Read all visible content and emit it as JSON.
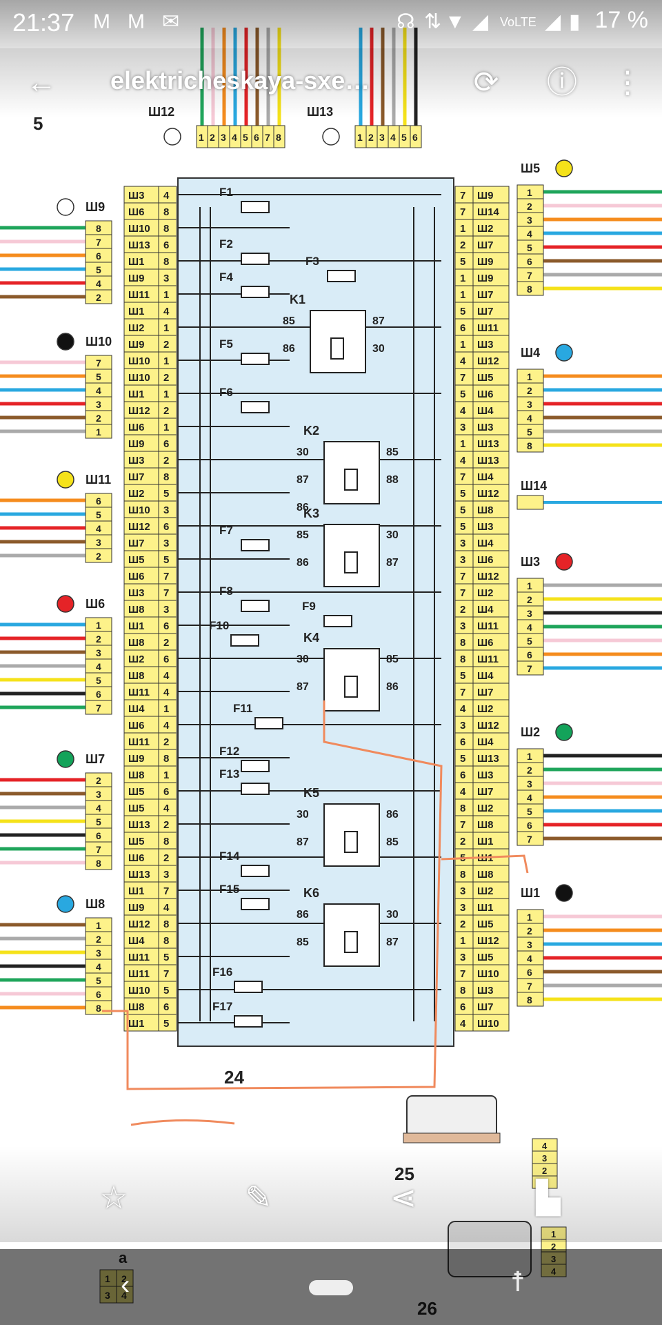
{
  "status_bar": {
    "time": "21:37",
    "battery": "17 %",
    "icons": [
      "gmail-icon",
      "gmail-icon",
      "email-icon",
      "headset-icon",
      "data-arrows-icon",
      "wifi-icon",
      "signal-icon",
      "volte-icon",
      "signal-icon",
      "battery-icon"
    ]
  },
  "app_bar": {
    "title": "elektricheskaya-sxe…",
    "back_icon": "back-arrow-icon",
    "rotate_icon": "rotate-icon",
    "info_icon": "info-icon",
    "menu_icon": "more-vert-icon"
  },
  "bottom_bar": {
    "icons": [
      "star-icon",
      "edit-pencil-icon",
      "share-icon",
      "trash-icon"
    ]
  },
  "diagram": {
    "block_number": "24",
    "component_25": "25",
    "component_26": "26",
    "component_5": "5",
    "label_a": "a",
    "connectors_top": [
      {
        "name": "Ш12",
        "pins": [
          "1",
          "2",
          "3",
          "4",
          "5",
          "6",
          "7",
          "8"
        ]
      },
      {
        "name": "Ш13",
        "pins": [
          "1",
          "2",
          "3",
          "4",
          "5",
          "6"
        ]
      }
    ],
    "connectors_left": [
      {
        "name": "Ш9",
        "pins": [
          "8",
          "7",
          "6",
          "5",
          "4",
          "2"
        ]
      },
      {
        "name": "Ш10",
        "pins": [
          "7",
          "5",
          "4",
          "3",
          "2",
          "1"
        ]
      },
      {
        "name": "Ш11",
        "pins": [
          "6",
          "5",
          "4",
          "3",
          "2"
        ]
      },
      {
        "name": "Ш6",
        "pins": [
          "1",
          "2",
          "3",
          "4",
          "5",
          "6",
          "7"
        ]
      },
      {
        "name": "Ш7",
        "pins": [
          "2",
          "3",
          "4",
          "5",
          "6",
          "7",
          "8"
        ]
      },
      {
        "name": "Ш8",
        "pins": [
          "1",
          "2",
          "3",
          "4",
          "5",
          "6",
          "8"
        ]
      }
    ],
    "connectors_right": [
      {
        "name": "Ш5",
        "pins": [
          "1",
          "2",
          "3",
          "4",
          "5",
          "6",
          "7",
          "8"
        ]
      },
      {
        "name": "Ш4",
        "pins": [
          "1",
          "2",
          "3",
          "4",
          "5",
          "8"
        ]
      },
      {
        "name": "Ш14",
        "pins": []
      },
      {
        "name": "Ш3",
        "pins": [
          "1",
          "2",
          "3",
          "4",
          "5",
          "6",
          "7"
        ]
      },
      {
        "name": "Ш2",
        "pins": [
          "1",
          "2",
          "3",
          "4",
          "5",
          "6",
          "7"
        ]
      },
      {
        "name": "Ш1",
        "pins": [
          "1",
          "2",
          "3",
          "4",
          "6",
          "7",
          "8"
        ]
      }
    ],
    "block_left_column": [
      [
        "Ш3",
        "4"
      ],
      [
        "Ш6",
        "8"
      ],
      [
        "Ш10",
        "8"
      ],
      [
        "Ш13",
        "6"
      ],
      [
        "Ш1",
        "8"
      ],
      [
        "Ш9",
        "3"
      ],
      [
        "Ш11",
        "1"
      ],
      [
        "Ш1",
        "4"
      ],
      [
        "Ш2",
        "1"
      ],
      [
        "Ш9",
        "2"
      ],
      [
        "Ш10",
        "1"
      ],
      [
        "Ш10",
        "2"
      ],
      [
        "Ш1",
        "1"
      ],
      [
        "Ш12",
        "2"
      ],
      [
        "Ш6",
        "1"
      ],
      [
        "Ш9",
        "6"
      ],
      [
        "Ш3",
        "2"
      ],
      [
        "Ш7",
        "8"
      ],
      [
        "Ш2",
        "5"
      ],
      [
        "Ш10",
        "3"
      ],
      [
        "Ш12",
        "6"
      ],
      [
        "Ш7",
        "3"
      ],
      [
        "Ш5",
        "5"
      ],
      [
        "Ш6",
        "7"
      ],
      [
        "Ш3",
        "7"
      ],
      [
        "Ш8",
        "3"
      ],
      [
        "Ш1",
        "6"
      ],
      [
        "Ш8",
        "2"
      ],
      [
        "Ш2",
        "6"
      ],
      [
        "Ш8",
        "4"
      ],
      [
        "Ш11",
        "4"
      ],
      [
        "Ш4",
        "1"
      ],
      [
        "Ш6",
        "4"
      ],
      [
        "Ш11",
        "2"
      ],
      [
        "Ш9",
        "8"
      ],
      [
        "Ш8",
        "1"
      ],
      [
        "Ш5",
        "6"
      ],
      [
        "Ш5",
        "4"
      ],
      [
        "Ш13",
        "2"
      ],
      [
        "Ш5",
        "8"
      ],
      [
        "Ш6",
        "2"
      ],
      [
        "Ш13",
        "3"
      ],
      [
        "Ш1",
        "7"
      ],
      [
        "Ш9",
        "4"
      ],
      [
        "Ш12",
        "8"
      ],
      [
        "Ш4",
        "8"
      ],
      [
        "Ш11",
        "5"
      ],
      [
        "Ш11",
        "7"
      ],
      [
        "Ш10",
        "5"
      ],
      [
        "Ш8",
        "6"
      ],
      [
        "Ш1",
        "5"
      ]
    ],
    "block_right_column": [
      [
        "7",
        "Ш9"
      ],
      [
        "7",
        "Ш14"
      ],
      [
        "1",
        "Ш2"
      ],
      [
        "2",
        "Ш7"
      ],
      [
        "5",
        "Ш9"
      ],
      [
        "1",
        "Ш9"
      ],
      [
        "1",
        "Ш7"
      ],
      [
        "5",
        "Ш7"
      ],
      [
        "6",
        "Ш11"
      ],
      [
        "1",
        "Ш3"
      ],
      [
        "4",
        "Ш12"
      ],
      [
        "7",
        "Ш5"
      ],
      [
        "5",
        "Ш6"
      ],
      [
        "4",
        "Ш4"
      ],
      [
        "3",
        "Ш3"
      ],
      [
        "1",
        "Ш13"
      ],
      [
        "4",
        "Ш13"
      ],
      [
        "7",
        "Ш4"
      ],
      [
        "5",
        "Ш12"
      ],
      [
        "5",
        "Ш8"
      ],
      [
        "5",
        "Ш3"
      ],
      [
        "3",
        "Ш4"
      ],
      [
        "3",
        "Ш6"
      ],
      [
        "7",
        "Ш12"
      ],
      [
        "7",
        "Ш2"
      ],
      [
        "2",
        "Ш4"
      ],
      [
        "3",
        "Ш11"
      ],
      [
        "8",
        "Ш6"
      ],
      [
        "8",
        "Ш11"
      ],
      [
        "5",
        "Ш4"
      ],
      [
        "7",
        "Ш7"
      ],
      [
        "4",
        "Ш2"
      ],
      [
        "3",
        "Ш12"
      ],
      [
        "6",
        "Ш4"
      ],
      [
        "5",
        "Ш13"
      ],
      [
        "6",
        "Ш3"
      ],
      [
        "4",
        "Ш7"
      ],
      [
        "8",
        "Ш2"
      ],
      [
        "7",
        "Ш8"
      ],
      [
        "2",
        "Ш1"
      ],
      [
        "5",
        "Ш1"
      ],
      [
        "8",
        "Ш8"
      ],
      [
        "3",
        "Ш2"
      ],
      [
        "3",
        "Ш1"
      ],
      [
        "2",
        "Ш5"
      ],
      [
        "1",
        "Ш12"
      ],
      [
        "3",
        "Ш5"
      ],
      [
        "7",
        "Ш10"
      ],
      [
        "8",
        "Ш3"
      ],
      [
        "6",
        "Ш7"
      ],
      [
        "4",
        "Ш10"
      ]
    ],
    "fuses": [
      "F1",
      "F2",
      "F3",
      "F4",
      "F5",
      "F6",
      "F7",
      "F8",
      "F9",
      "F10",
      "F11",
      "F12",
      "F13",
      "F14",
      "F15",
      "F16",
      "F17"
    ],
    "relays": [
      {
        "name": "K1",
        "pins": [
          "85",
          "87",
          "86",
          "30"
        ]
      },
      {
        "name": "K2",
        "pins": [
          "30",
          "85",
          "87",
          "88",
          "86"
        ]
      },
      {
        "name": "K3",
        "pins": [
          "85",
          "30",
          "86",
          "87"
        ]
      },
      {
        "name": "K4",
        "pins": [
          "30",
          "85",
          "87",
          "86"
        ]
      },
      {
        "name": "K5",
        "pins": [
          "30",
          "86",
          "87",
          "85"
        ]
      },
      {
        "name": "K6",
        "pins": [
          "86",
          "30",
          "85",
          "87"
        ]
      }
    ],
    "connector_25_pins": [
      "4",
      "3",
      "2",
      "1"
    ],
    "connector_26_pins": [
      "1",
      "2",
      "3",
      "4"
    ],
    "connector_a_pins": [
      "1",
      "2",
      "3",
      "4"
    ],
    "colors": {
      "block_fill": "#d9ecf7",
      "pin_fill": "#fdf28a",
      "annotation": "#f08a5d",
      "dot_yellow": "#f5e21a",
      "dot_red": "#e52327",
      "dot_blue": "#29a8e0",
      "dot_green": "#13a35a",
      "dot_black": "#111111"
    }
  }
}
